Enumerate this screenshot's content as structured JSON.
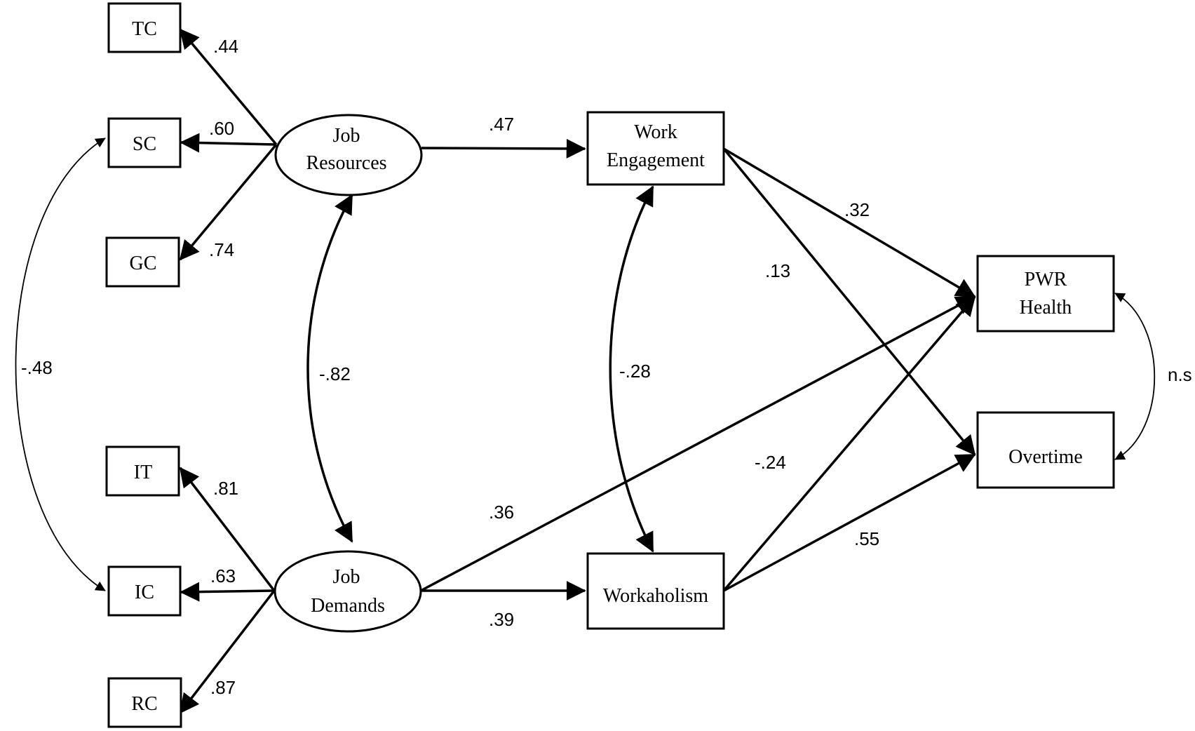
{
  "nodes": {
    "tc": "TC",
    "sc": "SC",
    "gc": "GC",
    "it": "IT",
    "ic": "IC",
    "rc": "RC",
    "job_resources": [
      "Job",
      "Resources"
    ],
    "job_demands": [
      "Job",
      "Demands"
    ],
    "work_engagement": [
      "Work",
      "Engagement"
    ],
    "workaholism": "Workaholism",
    "pwr_health": [
      "PWR",
      "Health"
    ],
    "overtime": "Overtime"
  },
  "coefficients": {
    "jr_tc": ".44",
    "jr_sc": ".60",
    "jr_gc": ".74",
    "jd_it": ".81",
    "jd_ic": ".63",
    "jd_rc": ".87",
    "sc_ic": "-.48",
    "jr_jd": "-.82",
    "jr_we": ".47",
    "jd_wa": ".39",
    "jd_pwr": ".36",
    "we_wa": "-.28",
    "we_pwr": ".32",
    "we_ot": ".13",
    "wa_pwr": "-.24",
    "wa_ot": ".55",
    "pwr_ot": "n.s"
  }
}
